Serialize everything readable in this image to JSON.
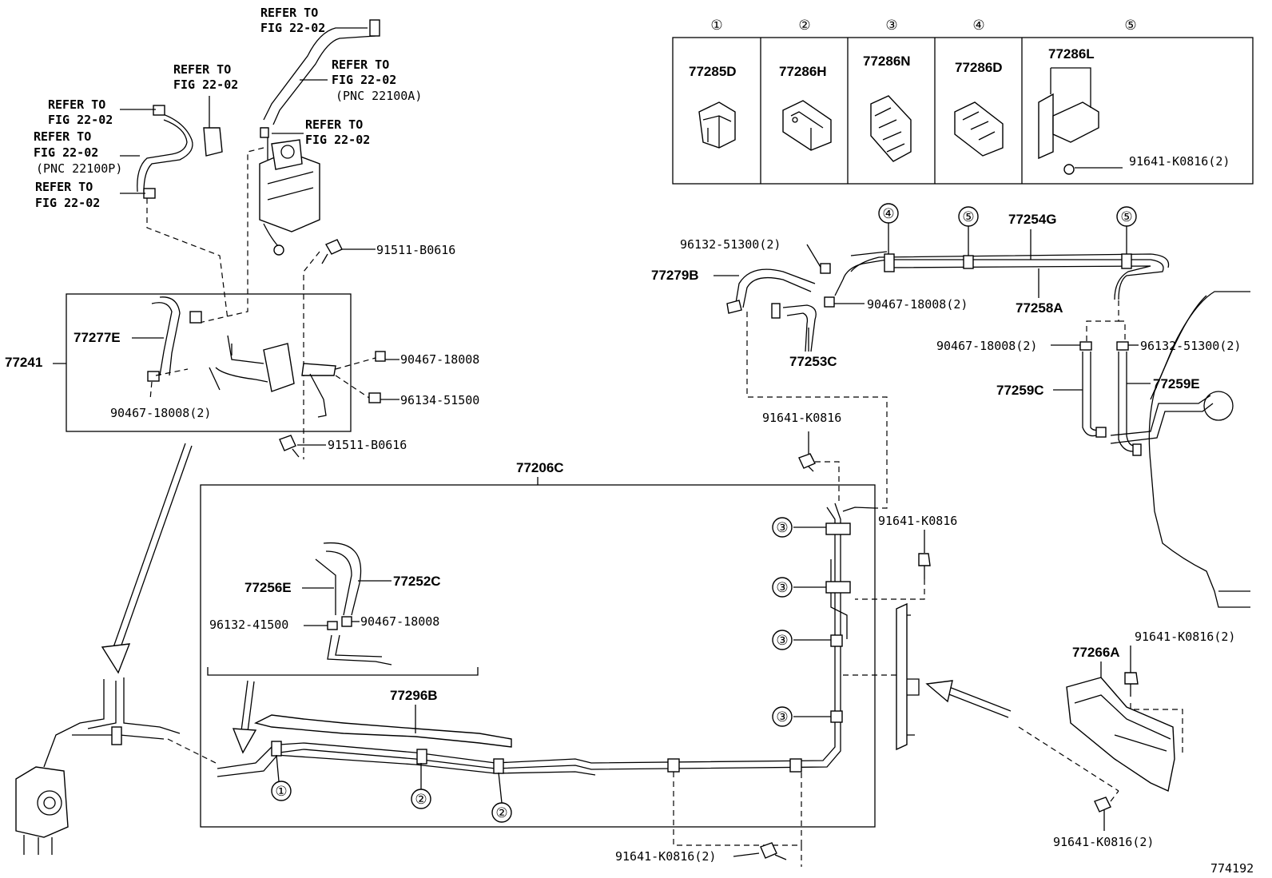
{
  "diagram_id": "774192",
  "header_box": {
    "cells": [
      {
        "num": "①",
        "part": "77285D"
      },
      {
        "num": "②",
        "part": "77286H"
      },
      {
        "num": "③",
        "part": "77286N"
      },
      {
        "num": "④",
        "part": "77286D"
      },
      {
        "num": "⑤",
        "part": "77286L"
      }
    ],
    "bolt_label": "91641-K0816(2)"
  },
  "refer": {
    "r1a": "REFER TO",
    "r1b": "FIG 22-02",
    "r2a": "REFER TO",
    "r2b": "FIG 22-02",
    "r3a": "REFER TO",
    "r3b": "FIG 22-02",
    "r3c": "(PNC 22100A)",
    "r4a": "REFER TO",
    "r4b": "FIG 22-02",
    "r5a": "REFER TO",
    "r5b": "FIG 22-02",
    "r6a": "REFER TO",
    "r6b": "FIG 22-02",
    "r6c": "(PNC 22100P)",
    "r7a": "REFER TO",
    "r7b": "FIG 22-02"
  },
  "labels": {
    "p91511_top": "91511-B0616",
    "p77241": "77241",
    "p77277E": "77277E",
    "p90467_a": "90467-18008",
    "p96134": "96134-51500",
    "p90467_b": "90467-18008(2)",
    "p91511_bot": "91511-B0616",
    "p77206C": "77206C",
    "p77256E": "77256E",
    "p77252C": "77252C",
    "p96132_41500": "96132-41500",
    "p90467_c": "90467-18008",
    "p77296B": "77296B",
    "p91641_bottom": "91641-K0816(2)",
    "p96132_51300_a": "96132-51300(2)",
    "p77279B": "77279B",
    "p77254G": "77254G",
    "p90467_d": "90467-18008(2)",
    "p77258A": "77258A",
    "p77253C": "77253C",
    "p90467_e": "90467-18008(2)",
    "p96132_51300_b": "96132-51300(2)",
    "p77259C": "77259C",
    "p77259E": "77259E",
    "p91641_mid": "91641-K0816",
    "p91641_right": "91641-K0816",
    "p91641_a2": "91641-K0816(2)",
    "p77266A": "77266A",
    "p91641_br": "91641-K0816(2)"
  },
  "circle_numbers": {
    "c1": "①",
    "c2a": "②",
    "c2b": "②",
    "c3a": "③",
    "c3b": "③",
    "c3c": "③",
    "c3d": "③",
    "c4": "④",
    "c5a": "⑤",
    "c5b": "⑤"
  }
}
